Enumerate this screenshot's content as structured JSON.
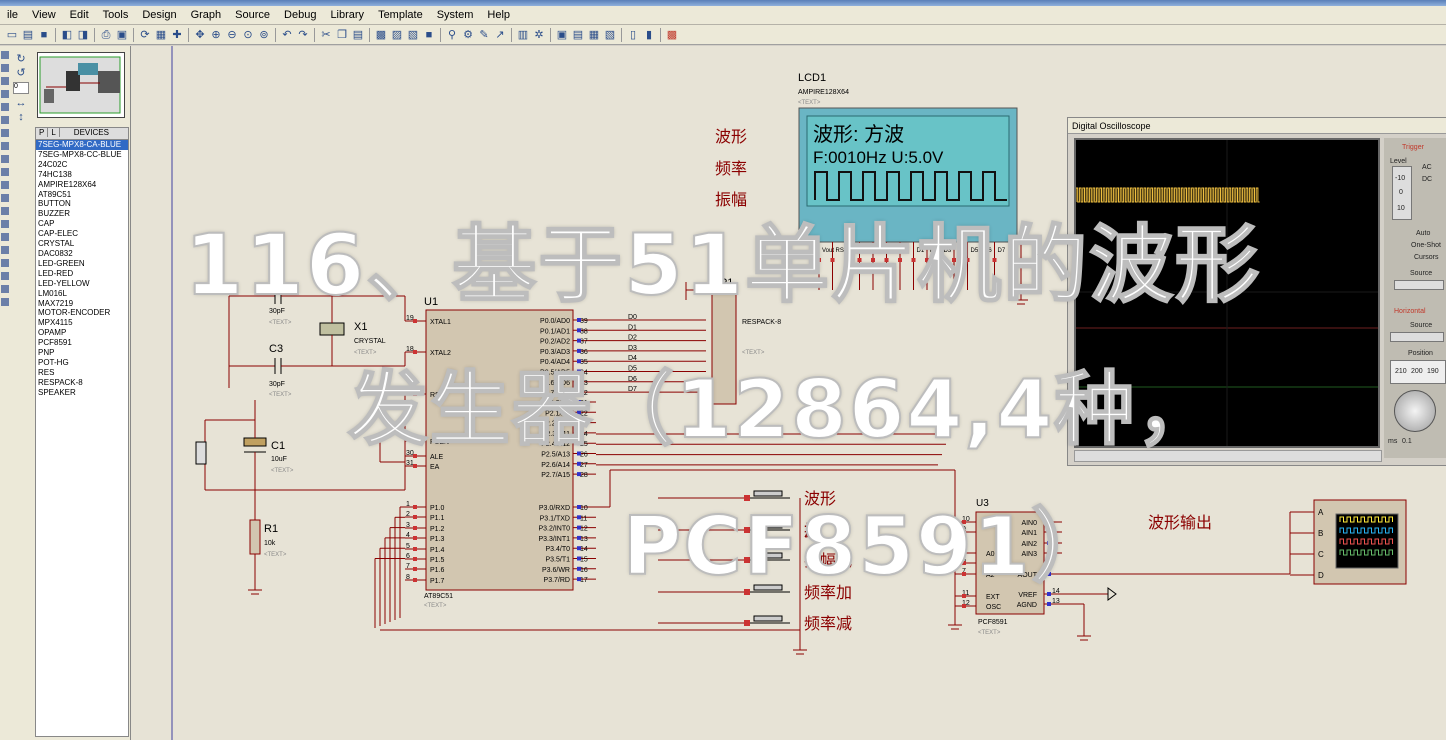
{
  "menu": [
    "ile",
    "View",
    "Edit",
    "Tools",
    "Design",
    "Graph",
    "Source",
    "Debug",
    "Library",
    "Template",
    "System",
    "Help"
  ],
  "left_panel": {
    "tab_p": "P",
    "tab_l": "L",
    "devices_label": "DEVICES",
    "devices": [
      "7SEG-MPX8-CA-BLUE",
      "7SEG-MPX8-CC-BLUE",
      "24C02C",
      "74HC138",
      "AMPIRE128X64",
      "AT89C51",
      "BUTTON",
      "BUZZER",
      "CAP",
      "CAP-ELEC",
      "CRYSTAL",
      "DAC0832",
      "LED-GREEN",
      "LED-RED",
      "LED-YELLOW",
      "LM016L",
      "MAX7219",
      "MOTOR-ENCODER",
      "MPX4115",
      "OPAMP",
      "PCF8591",
      "PNP",
      "POT-HG",
      "RES",
      "RESPACK-8",
      "SPEAKER"
    ]
  },
  "schematic": {
    "lcd": {
      "ref": "LCD1",
      "part": "AMPIRE128X64",
      "text_tag": "<TEXT>",
      "line1": "波形:  方波",
      "line2": "F:0010Hz U:5.0V"
    },
    "cn_labels": {
      "waveform": "波形",
      "freq": "频率",
      "amp": "振幅"
    },
    "mcu": {
      "ref": "U1",
      "part": "AT89C51",
      "text_tag": "<TEXT>",
      "left_pins": [
        [
          "19",
          "XTAL1"
        ],
        [
          "18",
          "XTAL2"
        ],
        [
          "9",
          "RST"
        ],
        [
          "29",
          "PSEN"
        ],
        [
          "30",
          "ALE"
        ],
        [
          "31",
          "EA"
        ],
        [
          "1",
          "P1.0"
        ],
        [
          "2",
          "P1.1"
        ],
        [
          "3",
          "P1.2"
        ],
        [
          "4",
          "P1.3"
        ],
        [
          "5",
          "P1.4"
        ],
        [
          "6",
          "P1.5"
        ],
        [
          "7",
          "P1.6"
        ],
        [
          "8",
          "P1.7"
        ]
      ],
      "right_pins": [
        [
          "39",
          "P0.0/AD0"
        ],
        [
          "38",
          "P0.1/AD1"
        ],
        [
          "37",
          "P0.2/AD2"
        ],
        [
          "36",
          "P0.3/AD3"
        ],
        [
          "35",
          "P0.4/AD4"
        ],
        [
          "34",
          "P0.5/AD5"
        ],
        [
          "33",
          "P0.6/AD6"
        ],
        [
          "32",
          "P0.7/AD7"
        ],
        [
          "21",
          "P2.0/A8"
        ],
        [
          "22",
          "P2.1/A9"
        ],
        [
          "23",
          "P2.2/A10"
        ],
        [
          "24",
          "P2.3/A11"
        ],
        [
          "25",
          "P2.4/A12"
        ],
        [
          "26",
          "P2.5/A13"
        ],
        [
          "27",
          "P2.6/A14"
        ],
        [
          "28",
          "P2.7/A15"
        ],
        [
          "10",
          "P3.0/RXD"
        ],
        [
          "11",
          "P3.1/TXD"
        ],
        [
          "12",
          "P3.2/INT0"
        ],
        [
          "13",
          "P3.3/INT1"
        ],
        [
          "14",
          "P3.4/T0"
        ],
        [
          "15",
          "P3.5/T1"
        ],
        [
          "16",
          "P3.6/WR"
        ],
        [
          "17",
          "P3.7/RD"
        ]
      ]
    },
    "data_bus": [
      "D0",
      "D1",
      "D2",
      "D3",
      "D4",
      "D5",
      "D6",
      "D7"
    ],
    "lcd_pins": [
      "Vout",
      "RST",
      "",
      "",
      "",
      "",
      "",
      "D1",
      "D2",
      "D3",
      "D4",
      "D5",
      "D6",
      "D7"
    ],
    "c2": {
      "ref": "C2",
      "value": "30pF",
      "text_tag": "<TEXT>"
    },
    "c3": {
      "ref": "C3",
      "value": "30pF",
      "text_tag": "<TEXT>"
    },
    "x1": {
      "ref": "X1",
      "part": "CRYSTAL",
      "text_tag": "<TEXT>"
    },
    "c1": {
      "ref": "C1",
      "value": "10uF",
      "text_tag": "<TEXT>"
    },
    "r1": {
      "ref": "R1",
      "value": "10k",
      "text_tag": "<TEXT>"
    },
    "rp1": {
      "ref": "RP1",
      "part": "RESPACK-8",
      "text_tag": "<TEXT>"
    },
    "buttons": [
      "波形",
      "加",
      "振幅减",
      "频率加",
      "频率减"
    ],
    "button_partial": "振",
    "pcf": {
      "ref": "U3",
      "part": "PCF8591",
      "text_tag": "<TEXT>",
      "left_pins": [
        [
          "10",
          "SCL"
        ],
        [
          "9",
          ""
        ],
        [
          "5",
          "A0"
        ],
        [
          "6",
          ""
        ],
        [
          "7",
          "A2"
        ],
        [
          "11",
          "EXT"
        ],
        [
          "12",
          "OSC"
        ]
      ],
      "right_pins": [
        [
          "",
          "AIN0"
        ],
        [
          "",
          "AIN1"
        ],
        [
          "",
          "AIN2"
        ],
        [
          "",
          "AIN3"
        ],
        [
          "",
          "AOUT"
        ],
        [
          "14",
          "VREF"
        ],
        [
          "13",
          "AGND"
        ]
      ]
    },
    "output_label": "波形输出",
    "scope_channels": [
      "A",
      "B",
      "C",
      "D"
    ]
  },
  "oscilloscope": {
    "title": "Digital Oscilloscope",
    "trigger": "Trigger",
    "level": "Level",
    "ac": "AC",
    "dc": "DC",
    "auto": "Auto",
    "one_shot": "One-Shot",
    "cursors": "Cursors",
    "source": "Source",
    "horizontal": "Horizontal",
    "position": "Position",
    "dial_values": [
      "210",
      "200",
      "190"
    ],
    "level_values": [
      "-10",
      "0",
      "10"
    ],
    "ms": "ms",
    "ms_value": "0.1"
  },
  "overlay": {
    "line1": "116、基于51单片机的波形",
    "line2": "发生器（12864,4种，",
    "line3": "PCF8591）"
  }
}
